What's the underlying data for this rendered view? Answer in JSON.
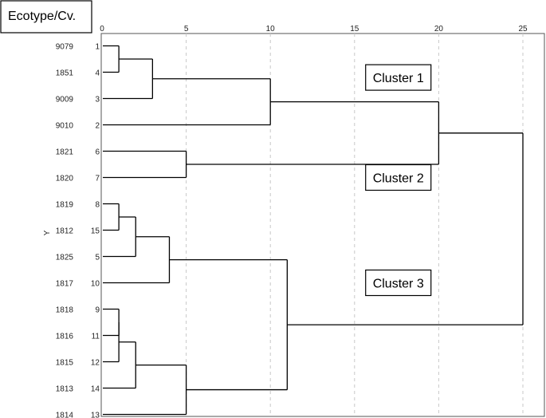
{
  "header": {
    "corner_label": "Ecotype/Cv."
  },
  "chart_data": {
    "type": "dendrogram",
    "x_axis": {
      "range": [
        0,
        25
      ],
      "ticks": [
        0,
        5,
        10,
        15,
        20,
        25
      ],
      "grid": "dashed-vertical"
    },
    "y_axis_label": "Y",
    "leaves": [
      {
        "ecotype": "9079",
        "case": "1"
      },
      {
        "ecotype": "1851",
        "case": "4"
      },
      {
        "ecotype": "9009",
        "case": "3"
      },
      {
        "ecotype": "9010",
        "case": "2"
      },
      {
        "ecotype": "1821",
        "case": "6"
      },
      {
        "ecotype": "1820",
        "case": "7"
      },
      {
        "ecotype": "1819",
        "case": "8"
      },
      {
        "ecotype": "1812",
        "case": "15"
      },
      {
        "ecotype": "1825",
        "case": "5"
      },
      {
        "ecotype": "1817",
        "case": "10"
      },
      {
        "ecotype": "1818",
        "case": "9"
      },
      {
        "ecotype": "1816",
        "case": "11"
      },
      {
        "ecotype": "1815",
        "case": "12"
      },
      {
        "ecotype": "1813",
        "case": "14"
      },
      {
        "ecotype": "1814",
        "case": "13"
      }
    ],
    "merges": [
      {
        "id": "A",
        "children": [
          "L0",
          "L1"
        ],
        "height": 1
      },
      {
        "id": "B",
        "children": [
          "A",
          "L2"
        ],
        "height": 3
      },
      {
        "id": "C",
        "children": [
          "B",
          "L3"
        ],
        "height": 10
      },
      {
        "id": "D",
        "children": [
          "L4",
          "L5"
        ],
        "height": 5
      },
      {
        "id": "E",
        "children": [
          "C",
          "D"
        ],
        "height": 20
      },
      {
        "id": "F",
        "children": [
          "L6",
          "L7"
        ],
        "height": 1
      },
      {
        "id": "G",
        "children": [
          "F",
          "L8"
        ],
        "height": 2
      },
      {
        "id": "H",
        "children": [
          "G",
          "L9"
        ],
        "height": 4
      },
      {
        "id": "I",
        "children": [
          "L10",
          "L11"
        ],
        "height": 1
      },
      {
        "id": "J",
        "children": [
          "I",
          "L12"
        ],
        "height": 1
      },
      {
        "id": "K",
        "children": [
          "J",
          "L13"
        ],
        "height": 2
      },
      {
        "id": "L",
        "children": [
          "K",
          "L14"
        ],
        "height": 5
      },
      {
        "id": "M",
        "children": [
          "H",
          "L"
        ],
        "height": 11
      },
      {
        "id": "N",
        "children": [
          "E",
          "M"
        ],
        "height": 25
      }
    ],
    "annotations": [
      {
        "text": "Cluster 1",
        "leaf_row": 1.2,
        "x_value": 17.6
      },
      {
        "text": "Cluster 2",
        "leaf_row": 5.0,
        "x_value": 17.6
      },
      {
        "text": "Cluster 3",
        "leaf_row": 9.0,
        "x_value": 17.6
      }
    ]
  }
}
